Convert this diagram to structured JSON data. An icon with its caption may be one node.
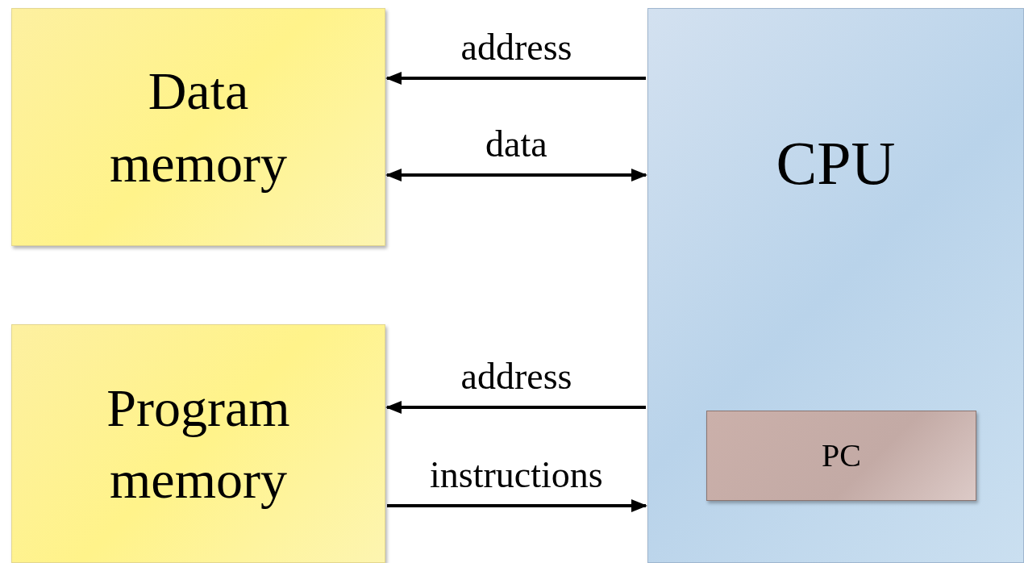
{
  "diagram": {
    "nodes": [
      {
        "text": [
          "Data memory"
        ]
      },
      {
        "text": [
          "Program memory"
        ]
      },
      {
        "text": [
          "CPU"
        ]
      },
      {
        "text": [
          "PC"
        ],
        "in": 2
      }
    ],
    "edges": [
      {
        "from": 2,
        "to": 0,
        "arrow": "to",
        "label": "address"
      },
      {
        "from": 0,
        "to": 2,
        "arrow": "both",
        "label": "data"
      },
      {
        "from": 2,
        "to": 1,
        "arrow": "to",
        "label": "address"
      },
      {
        "from": 1,
        "to": 2,
        "arrow": "to",
        "label": "instructions"
      }
    ]
  }
}
